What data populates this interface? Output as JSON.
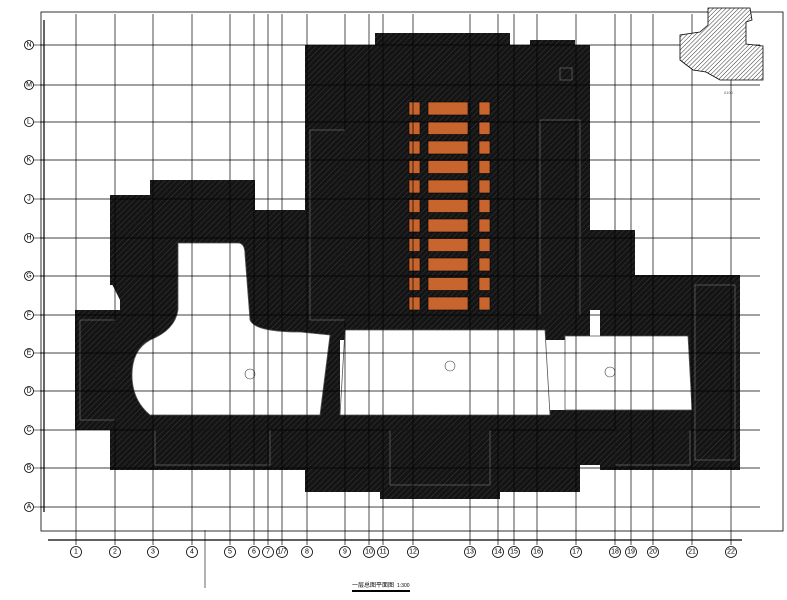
{
  "drawing": {
    "title": "一层总图平面图",
    "scale": "1:300",
    "key_plan_note": "0100"
  },
  "axes": {
    "columns": [
      "1",
      "2",
      "3",
      "4",
      "5",
      "6",
      "7",
      "1/7",
      "8",
      "9",
      "10",
      "11",
      "12",
      "13",
      "14",
      "15",
      "16",
      "17",
      "18",
      "19",
      "20",
      "21",
      "22"
    ],
    "rows": [
      "N",
      "M",
      "L",
      "K",
      "J",
      "H",
      "G",
      "F",
      "E",
      "D",
      "C",
      "B",
      "A"
    ]
  },
  "colors": {
    "wall": "#141414",
    "hatch": "#3a3a3a",
    "hall_tile": "#c8642e",
    "grid": "#000000",
    "void_outline": "#555555"
  }
}
